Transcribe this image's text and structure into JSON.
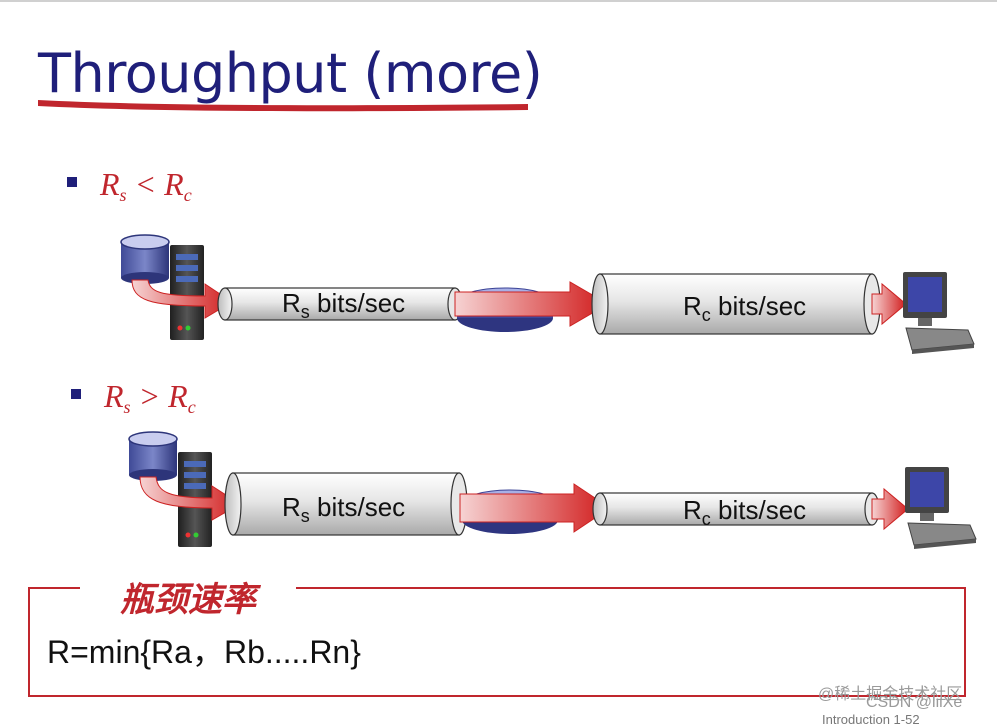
{
  "slide": {
    "title": "Throughput (more)",
    "bullet1": {
      "r": "R",
      "s": "s",
      "op": " < ",
      "r2": "R",
      "c": "c"
    },
    "bullet2": {
      "r": "R",
      "s": "s",
      "op": " > ",
      "r2": "R",
      "c": "c"
    },
    "pipes": {
      "row1_rs": {
        "pre": "R",
        "sub": "s",
        "post": " bits/sec"
      },
      "row1_rc": {
        "pre": "R",
        "sub": "c",
        "post": " bits/sec"
      },
      "row2_rs": {
        "pre": "R",
        "sub": "s",
        "post": " bits/sec"
      },
      "row2_rc": {
        "pre": "R",
        "sub": "c",
        "post": " bits/sec"
      }
    },
    "box": {
      "title": "瓶颈速率",
      "formula": "R=min{Ra，Rb.....Rn}"
    },
    "watermark": {
      "line1": "@稀土掘金技术社区",
      "line2": "CSDN @liiXe",
      "line3": "Introduction 1-52"
    }
  },
  "colors": {
    "title": "#1f1f7a",
    "accent": "#c0262d"
  },
  "icons": [
    "database-icon",
    "server-icon",
    "router-icon",
    "computer-icon",
    "flow-arrow-icon"
  ]
}
